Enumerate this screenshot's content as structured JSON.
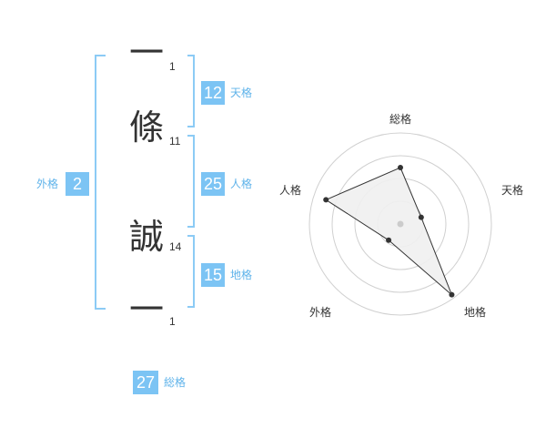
{
  "name": {
    "characters": [
      {
        "char": "一",
        "strokes": "1"
      },
      {
        "char": "條",
        "strokes": "11"
      },
      {
        "char": "誠",
        "strokes": "14"
      },
      {
        "char": "一",
        "strokes": "1"
      }
    ]
  },
  "fortunes": {
    "tenkaku": {
      "value": "12",
      "label": "天格"
    },
    "jinkaku": {
      "value": "25",
      "label": "人格"
    },
    "chikaku": {
      "value": "15",
      "label": "地格"
    },
    "gaikaku": {
      "value": "2",
      "label": "外格"
    },
    "soukaku": {
      "value": "27",
      "label": "総格"
    }
  },
  "radar": {
    "axes": [
      "総格",
      "天格",
      "地格",
      "外格",
      "人格"
    ],
    "values": [
      0.62,
      0.24,
      0.96,
      0.22,
      0.86
    ],
    "colors": {
      "grid": "#d0d0d0",
      "line": "#333333",
      "fill": "#f0f0f0",
      "point": "#333333",
      "center": "#cccccc"
    }
  }
}
